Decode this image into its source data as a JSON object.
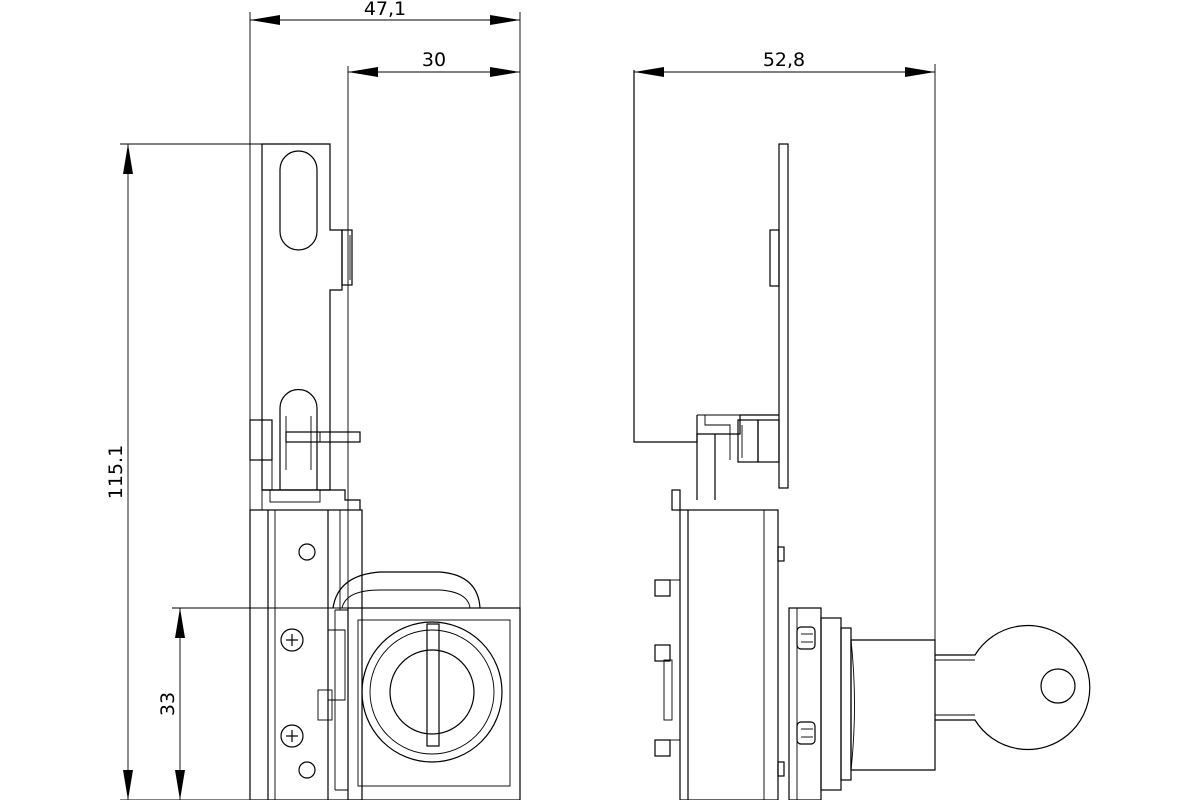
{
  "dimensions": {
    "front_total_width": "47,1",
    "front_upper_width": "30",
    "front_total_height": "115.1",
    "front_lower_height": "33",
    "side_width": "52,8"
  }
}
